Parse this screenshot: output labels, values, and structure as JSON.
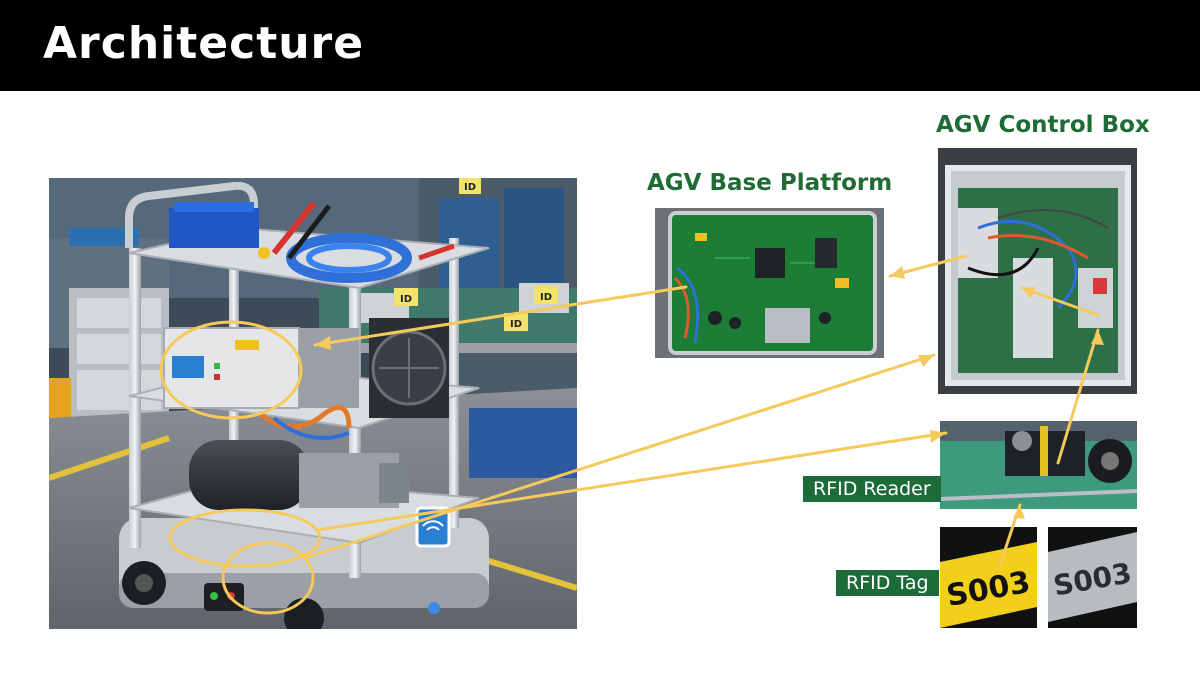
{
  "header": {
    "title": "Architecture"
  },
  "sections": {
    "base_platform": "AGV Base Platform",
    "control_box": "AGV Control Box"
  },
  "labels": {
    "rfid_reader": "RFID Reader",
    "rfid_tag": "RFID Tag"
  },
  "photo": {
    "shelf_tags": [
      "ID",
      "ID",
      "ID",
      "ID"
    ]
  },
  "tags": {
    "yellow_text": "S003",
    "silver_text": "S003"
  },
  "colors": {
    "header_bg": "#000000",
    "heading_green": "#1f6b36",
    "label_bg": "#1c6b39",
    "callout_yellow": "#f5c95c"
  }
}
